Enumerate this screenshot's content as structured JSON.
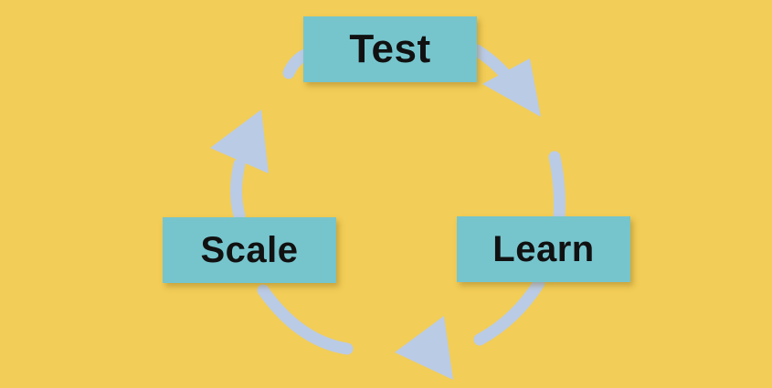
{
  "colors": {
    "background": "#F2CD57",
    "box_fill": "#76C5CD",
    "arrow": "#BACBE6",
    "text": "#111111"
  },
  "cycle": {
    "stages": [
      {
        "label": "Test"
      },
      {
        "label": "Learn"
      },
      {
        "label": "Scale"
      }
    ],
    "flow": [
      "Test",
      "Learn",
      "Scale",
      "Test"
    ]
  }
}
